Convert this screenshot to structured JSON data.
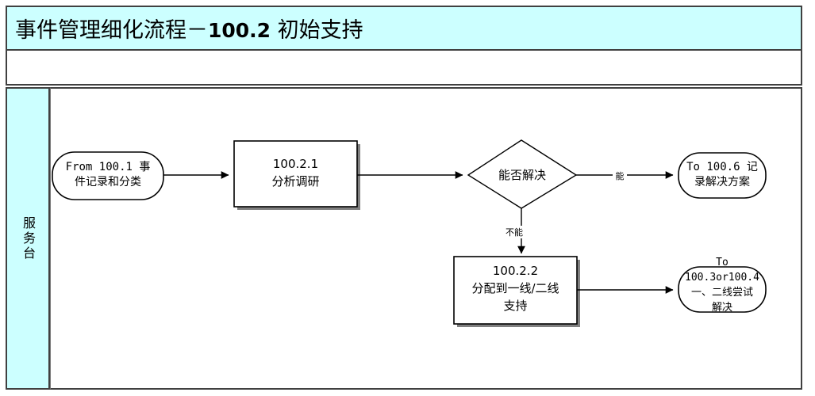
{
  "title": {
    "prefix": "事件管理细化流程－",
    "code": "100.2",
    "suffix": " 初始支持"
  },
  "lane": {
    "name": "服务台"
  },
  "nodes": {
    "start": {
      "shape": "rounded-terminator",
      "line1": "From 100.1 事",
      "line2": "件记录和分类"
    },
    "analyze": {
      "shape": "process",
      "line1": "100.2.1",
      "line2": "分析调研"
    },
    "decision": {
      "shape": "diamond",
      "line1": "能否解决"
    },
    "record": {
      "shape": "rounded-terminator",
      "line1": "To 100.6 记",
      "line2": "录解决方案"
    },
    "assign": {
      "shape": "process",
      "line1": "100.2.2",
      "line2": "分配到一线/二线",
      "line3": "支持"
    },
    "escalate": {
      "shape": "rounded-terminator",
      "line1": "To",
      "line2": "100.3or100.4",
      "line3": "一、二线尝试",
      "line4": "解决"
    }
  },
  "edges": {
    "yes_label": "能",
    "no_label": "不能"
  },
  "colors": {
    "band_fill": "#ccffff",
    "frame_stroke": "#404040",
    "shape_stroke": "#000000",
    "shape_fill": "#ffffff",
    "shadow": "#808080"
  }
}
